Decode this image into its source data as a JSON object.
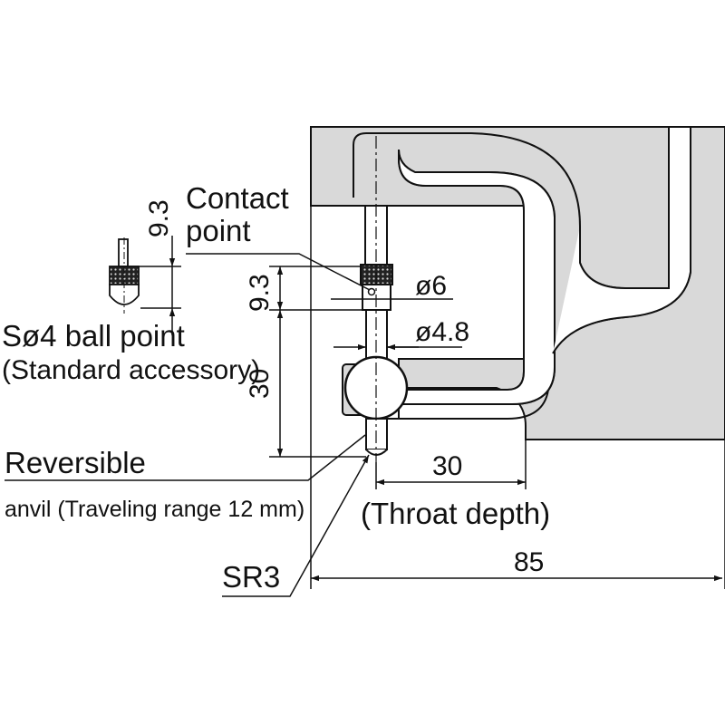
{
  "labels": {
    "contact_point_line1": "Contact",
    "contact_point_line2": "point",
    "ball_point_line1": "Sø4 ball point",
    "ball_point_line2": "(Standard accessory)",
    "reversible_line1": "Reversible",
    "reversible_line2": "anvil (Traveling range 12 mm)",
    "sr3": "SR3",
    "throat_depth": "(Throat depth)"
  },
  "dimensions": {
    "ball_point_height": "9.3",
    "contact_height": "9.3",
    "diameter_contact": "ø6",
    "diameter_spindle": "ø4.8",
    "travel": "30",
    "throat": "30",
    "total_width": "85"
  },
  "colors": {
    "body_fill": "#d9d9d9",
    "line": "#111111",
    "background": "#ffffff"
  }
}
